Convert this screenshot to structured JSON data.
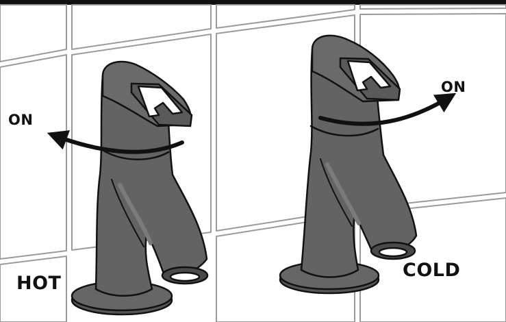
{
  "labels": {
    "hot_tap_direction": "ON",
    "cold_tap_direction": "ON",
    "hot_tap": "HOT",
    "cold_tap": "COLD"
  },
  "colors": {
    "tap_body": "#636363",
    "tap_shadow": "#4a4a4a",
    "tap_highlight": "#7b7b7b",
    "outline": "#111111",
    "tile_fill": "#ffffff",
    "tile_grout": "#9a9a9a",
    "top_bar": "#111111"
  },
  "icons": {
    "hot_arrow": "curved-arrow-left-icon",
    "cold_arrow": "curved-arrow-right-icon"
  }
}
